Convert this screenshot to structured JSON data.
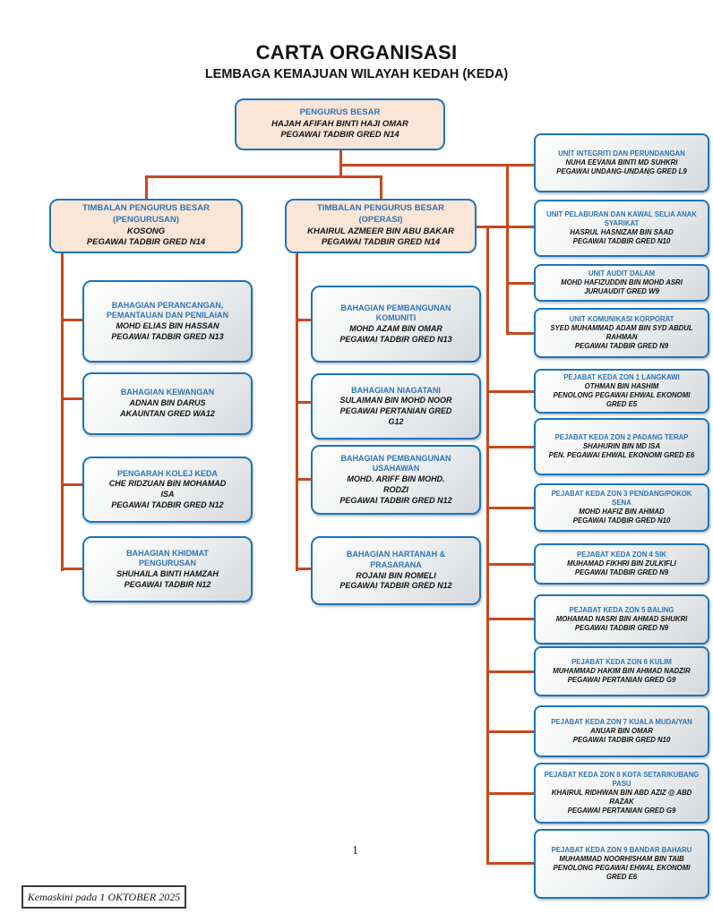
{
  "header": {
    "title": "CARTA ORGANISASI",
    "subtitle": "LEMBAGA KEMAJUAN WILAYAH KEDAH (KEDA)"
  },
  "colors": {
    "box_border_blue": "#1B75BC",
    "heading_text_blue": "#2E74B5",
    "top_box_fill_peach": "#FBE5D6",
    "dept_box_fill_gradient_gray": "#D6D9DC",
    "connector_red": "#C8481D"
  },
  "nodes": {
    "pengurus_besar": {
      "title": "PENGURUS BESAR",
      "person": "HAJAH AFIFAH BINTI HAJI OMAR",
      "role": "PEGAWAI TADBIR GRED N14"
    },
    "timbalan_pengurusan": {
      "title": "TIMBALAN PENGURUS BESAR (PENGURUSAN)",
      "person": "KOSONG",
      "role": "PEGAWAI TADBIR GRED N14"
    },
    "timbalan_operasi": {
      "title": "TIMBALAN PENGURUS BESAR (OPERASI)",
      "person": "KHAIRUL AZMEER BIN ABU BAKAR",
      "role": "PEGAWAI TADBIR GRED N14"
    },
    "left_column": [
      {
        "title": "BAHAGIAN PERANCANGAN, PEMANTAUAN DAN PENILAIAN",
        "person": "MOHD ELIAS BIN HASSAN",
        "role": "PEGAWAI TADBIR GRED N13"
      },
      {
        "title": "BAHAGIAN KEWANGAN",
        "person": "ADNAN BIN DARUS",
        "role": "AKAUNTAN GRED WA12"
      },
      {
        "title": "PENGARAH KOLEJ KEDA",
        "person": "CHE RIDZUAN BIN MOHAMAD ISA",
        "role": "PEGAWAI TADBIR GRED N12"
      },
      {
        "title": "BAHAGIAN KHIDMAT PENGURUSAN",
        "person": "SHUHAILA BINTI HAMZAH",
        "role": "PEGAWAI TADBIR N12"
      }
    ],
    "middle_column": [
      {
        "title": "BAHAGIAN PEMBANGUNAN KOMUNITI",
        "person": "MOHD AZAM BIN OMAR",
        "role": "PEGAWAI TADBIR GRED N13"
      },
      {
        "title": "BAHAGIAN NIAGATANI",
        "person": "SULAIMAN BIN MOHD NOOR",
        "role": "PEGAWAI PERTANIAN GRED G12"
      },
      {
        "title": "BAHAGIAN PEMBANGUNAN USAHAWAN",
        "person": "MOHD. ARIFF BIN MOHD. RODZI",
        "role": "PEGAWAI TADBIR GRED N12"
      },
      {
        "title": "BAHAGIAN HARTANAH & PRASARANA",
        "person": "ROJANI BIN ROMELI",
        "role": "PEGAWAI TADBIR GRED N12"
      }
    ],
    "units": [
      {
        "title": "UNIT INTEGRITI DAN PERUNDANGAN",
        "person": "NUHA EEVANA BINTI MD SUHKRI",
        "role": "PEGAWAI UNDANG-UNDANG GRED L9"
      },
      {
        "title": "UNIT PELABURAN DAN KAWAL SELIA ANAK SYARIKAT",
        "person": "HASRUL HASNIZAM BIN SAAD",
        "role": "PEGAWAI TADBIR GRED N10"
      },
      {
        "title": "UNIT AUDIT DALAM",
        "person": "MOHD HAFIZUDDIN BIN MOHD ASRI",
        "role": "JURUAUDIT GRED W9"
      },
      {
        "title": "UNIT KOMUNIKASI KORPORAT",
        "person": "SYED MUHAMMAD ADAM BIN SYD ABDUL RAHMAN",
        "role": "PEGAWAI TADBIR GRED N9"
      }
    ],
    "zones": [
      {
        "title": "PEJABAT KEDA ZON 1 LANGKAWI",
        "person": "OTHMAN BIN HASHIM",
        "role": "PENOLONG PEGAWAI EHWAL EKONOMI GRED E5"
      },
      {
        "title": "PEJABAT KEDA ZON 2 PADANG TERAP",
        "person": "SHAHURIN BIN MD ISA",
        "role": "PEN. PEGAWAI EHWAL EKONOMI GRED E6"
      },
      {
        "title": "PEJABAT KEDA ZON 3 PENDANG/POKOK SENA",
        "person": "MOHD HAFIZ BIN AHMAD",
        "role": "PEGAWAI TADBIR GRED N10"
      },
      {
        "title": "PEJABAT KEDA ZON 4 SIK",
        "person": "MUHAMAD FIKHRI BIN ZULKIFLI",
        "role": "PEGAWAI TADBIR GRED N9"
      },
      {
        "title": "PEJABAT KEDA ZON 5 BALING",
        "person": "MOHAMAD NASRI BIN AHMAD SHUKRI",
        "role": "PEGAWAI TADBIR GRED N9"
      },
      {
        "title": "PEJABAT KEDA ZON 6 KULIM",
        "person": "MUHAMMAD HAKIM BIN AHMAD NADZIR",
        "role": "PEGAWAI PERTANIAN GRED G9"
      },
      {
        "title": "PEJABAT KEDA ZON 7 KUALA MUDA/YAN",
        "person": "ANUAR BIN OMAR",
        "role": "PEGAWAI TADBIR GRED N10"
      },
      {
        "title": "PEJABAT KEDA ZON 8 KOTA SETAR/KUBANG PASU",
        "person": "KHAIRUL RIDHWAN BIN ABD AZIZ @ ABD RAZAK",
        "role": "PEGAWAI PERTANIAN GRED G9"
      },
      {
        "title": "PEJABAT KEDA ZON 9 BANDAR BAHARU",
        "person": "MUHAMMAD NOORHISHAM BIN TAIB",
        "role": "PENOLONG PEGAWAI EHWAL EKONOMI GRED E6"
      }
    ]
  },
  "footer": {
    "page_number": "1",
    "update_note": "Kemaskini pada 1 OKTOBER 2025"
  }
}
